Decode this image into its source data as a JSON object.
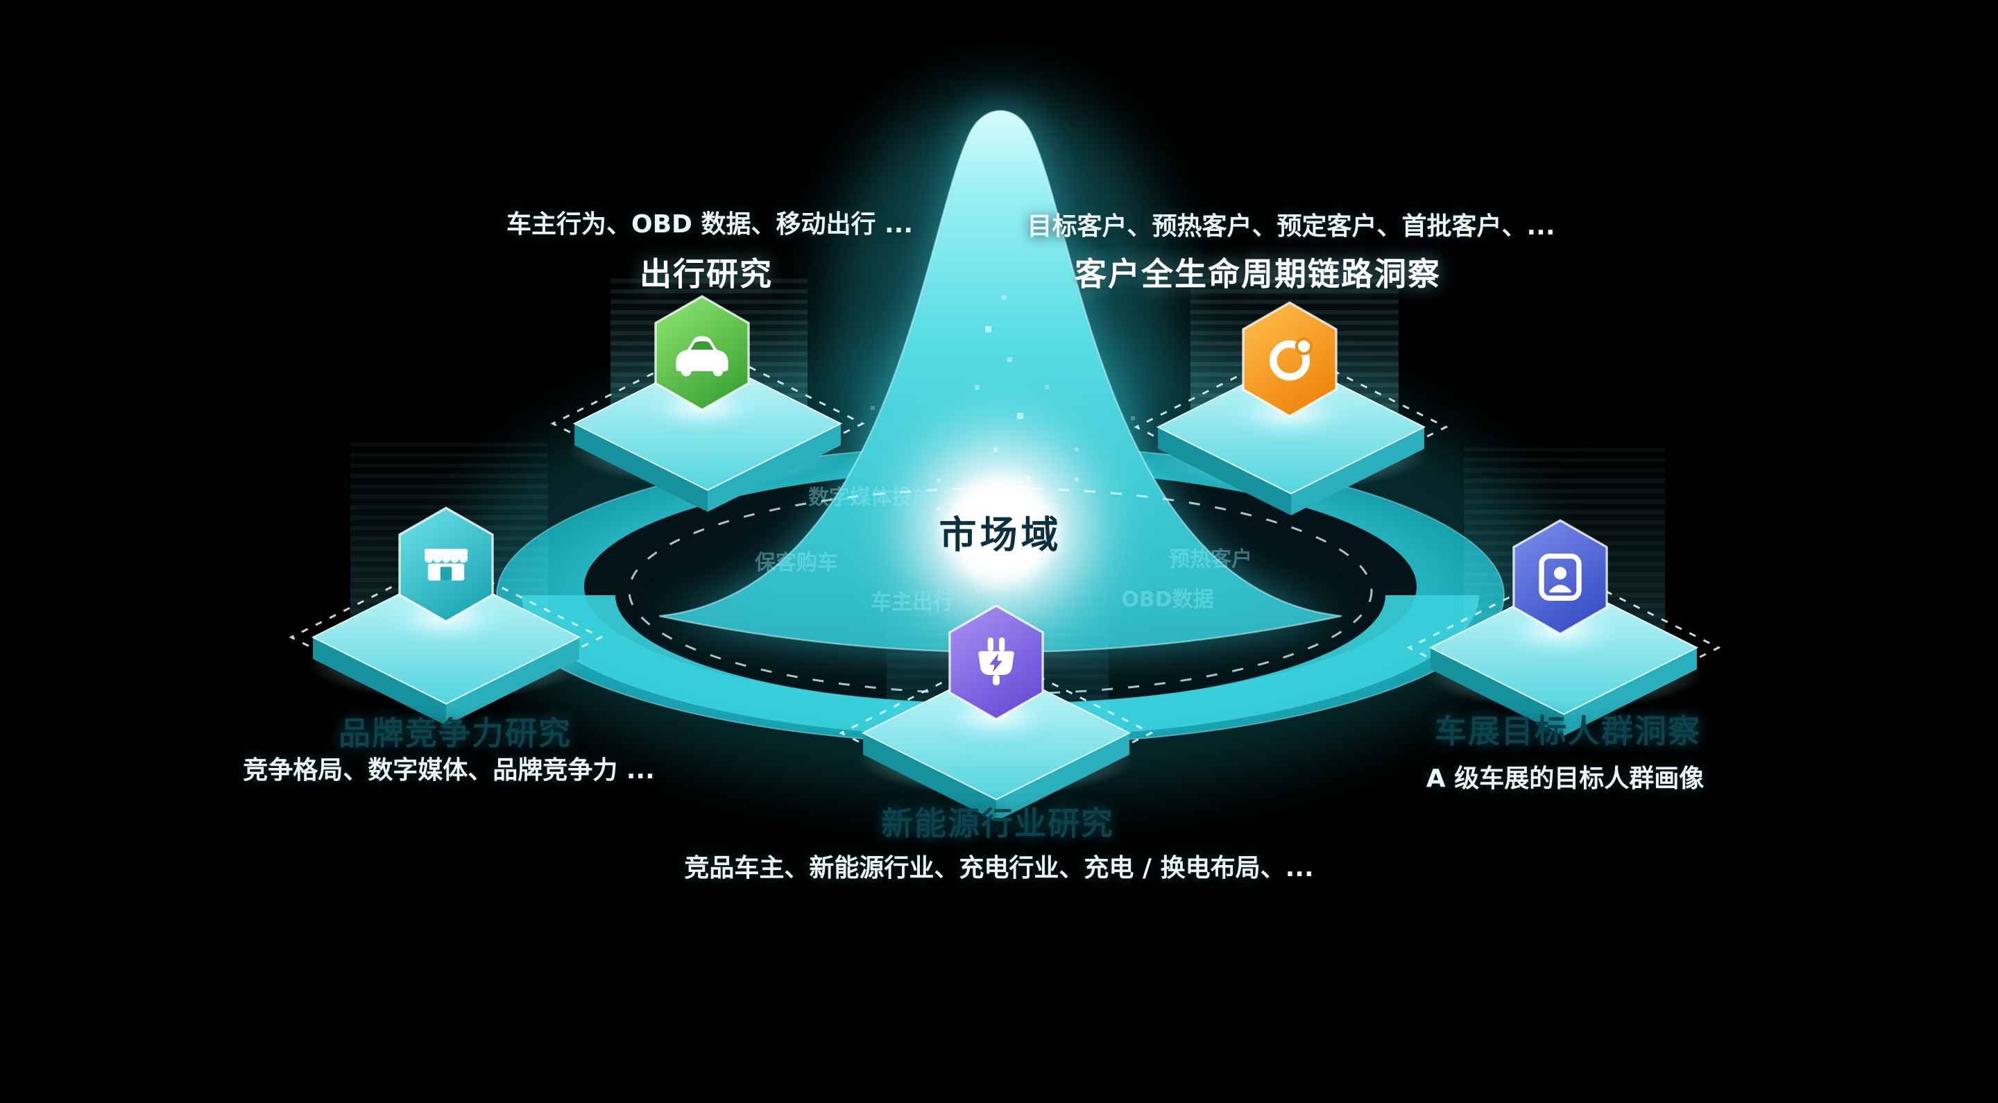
{
  "background": "#000000",
  "accent": "#35cdd8",
  "center": {
    "label": "市场域"
  },
  "nodes": [
    {
      "label": "出行研究",
      "subtitle": "车主行为、OBD 数据、移动出行 ...",
      "icon": "car-icon",
      "color": "#54b948"
    },
    {
      "label": "客户全生命周期链路洞察",
      "subtitle": "目标客户、预热客户、预定客户、首批客户、...",
      "icon": "orbit-icon",
      "color": "#f5991f"
    },
    {
      "label": "品牌竞争力研究",
      "subtitle": "竞争格局、数字媒体、品牌竞争力 ...",
      "icon": "storefront-icon",
      "color": "#2cc0cc"
    },
    {
      "label": "新能源行业研究",
      "subtitle": "竞品车主、新能源行业、充电行业、充电 / 换电布局、...",
      "icon": "charging-plug-icon",
      "color": "#8165e4"
    },
    {
      "label": "车展目标人群洞察",
      "subtitle": "A 级车展的目标人群画像",
      "icon": "person-badge-icon",
      "color": "#4a5fd0"
    }
  ],
  "ring_labels": [
    "数字媒体投放",
    "保客购车",
    "车主出行",
    "预热客户",
    "OBD数据"
  ]
}
